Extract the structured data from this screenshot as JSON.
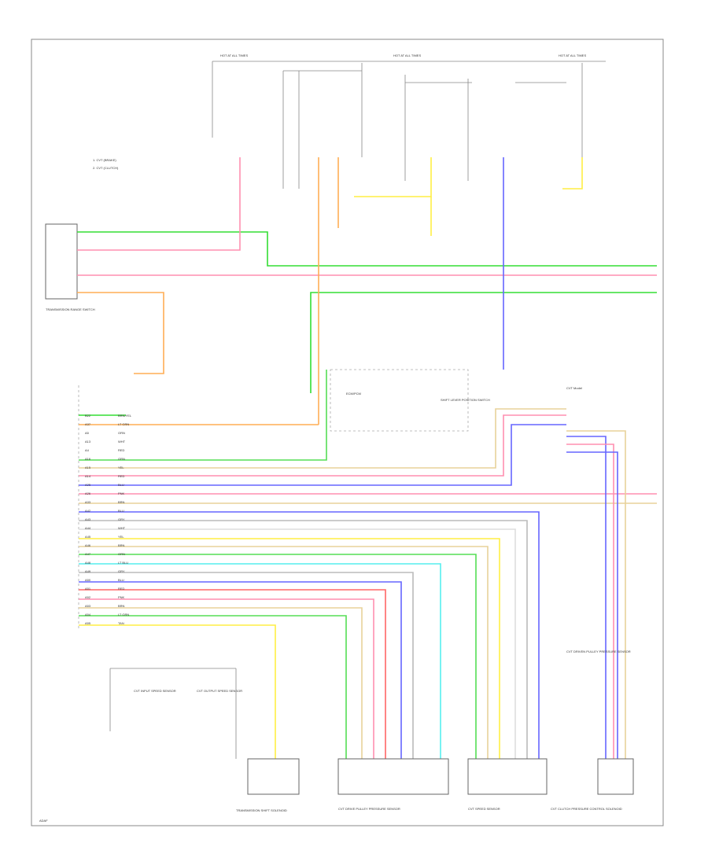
{
  "diagram": {
    "labels": {
      "cvt_model": "CVT Model",
      "cvt_legend_1": "1. CVT (BRAKE)",
      "cvt_legend_2": "2. CVT (CLUTCH)",
      "transmission_range_switch": "TRANSMISSION RANGE SWITCH",
      "ecm_pcm": "ECM/PCM",
      "shift_lever_position_switch": "SHIFT LEVER POSITION SWITCH",
      "cvt_speed_sensor": "CVT SPEED SENSOR",
      "cvt_input_speed_sensor": "CVT INPUT SPEED SENSOR",
      "cvt_output_speed_sensor": "CVT OUTPUT SPEED SENSOR",
      "transmission_shift_solenoid": "TRANSMISSION SHIFT SOLENOID",
      "cvt_drive_pulley_pressure_sensor": "CVT DRIVE PULLEY PRESSURE SENSOR",
      "cvt_driven_pulley_pressure_sensor": "CVT DRIVEN PULLEY PRESSURE SENSOR",
      "cvt_clutch_pressure_control_solenoid": "CVT CLUTCH PRESSURE CONTROL SOLENOID",
      "hot_at_all_times": "HOT AT ALL TIMES",
      "page_ref": "ADAF"
    },
    "wires": [
      {
        "name": "LT GRN",
        "color": "#33dd33"
      },
      {
        "name": "PNK",
        "color": "#ff8fb0"
      },
      {
        "name": "ORN",
        "color": "#ffae55"
      },
      {
        "name": "BLU",
        "color": "#6666ff"
      },
      {
        "name": "YEL",
        "color": "#ffee44"
      },
      {
        "name": "GRN",
        "color": "#55dd55"
      },
      {
        "name": "RED",
        "color": "#ff6666"
      },
      {
        "name": "LT BLU",
        "color": "#55eeee"
      },
      {
        "name": "GRY",
        "color": "#bbbbbb"
      },
      {
        "name": "WHT",
        "color": "#dddddd"
      },
      {
        "name": "TAN",
        "color": "#e8d29a"
      }
    ],
    "pin_rows": [
      {
        "pin": "B22",
        "wire": "BRN/YEL"
      },
      {
        "pin": "A37",
        "wire": "LT GRN"
      },
      {
        "pin": "A5",
        "wire": "ORN"
      },
      {
        "pin": "A13",
        "wire": "WHT"
      },
      {
        "pin": "A4",
        "wire": "RED"
      },
      {
        "pin": "A16",
        "wire": "GRN"
      },
      {
        "pin": "A15",
        "wire": "YEL"
      },
      {
        "pin": "A14",
        "wire": "RED"
      },
      {
        "pin": "A25",
        "wire": "BLU"
      },
      {
        "pin": "A26",
        "wire": "PNK"
      },
      {
        "pin": "A33",
        "wire": "BRN"
      },
      {
        "pin": "A42",
        "wire": "BLU"
      },
      {
        "pin": "A43",
        "wire": "GRY"
      },
      {
        "pin": "A44",
        "wire": "WHT"
      },
      {
        "pin": "A45",
        "wire": "YEL"
      },
      {
        "pin": "A46",
        "wire": "BRN"
      },
      {
        "pin": "A47",
        "wire": "GRN"
      },
      {
        "pin": "A48",
        "wire": "LT BLU"
      },
      {
        "pin": "A49",
        "wire": "GRY"
      },
      {
        "pin": "A50",
        "wire": "BLU"
      },
      {
        "pin": "A51",
        "wire": "RED"
      },
      {
        "pin": "A52",
        "wire": "PNK"
      },
      {
        "pin": "A53",
        "wire": "BRN"
      },
      {
        "pin": "A54",
        "wire": "LT GRN"
      },
      {
        "pin": "A55",
        "wire": "TAN"
      }
    ]
  }
}
